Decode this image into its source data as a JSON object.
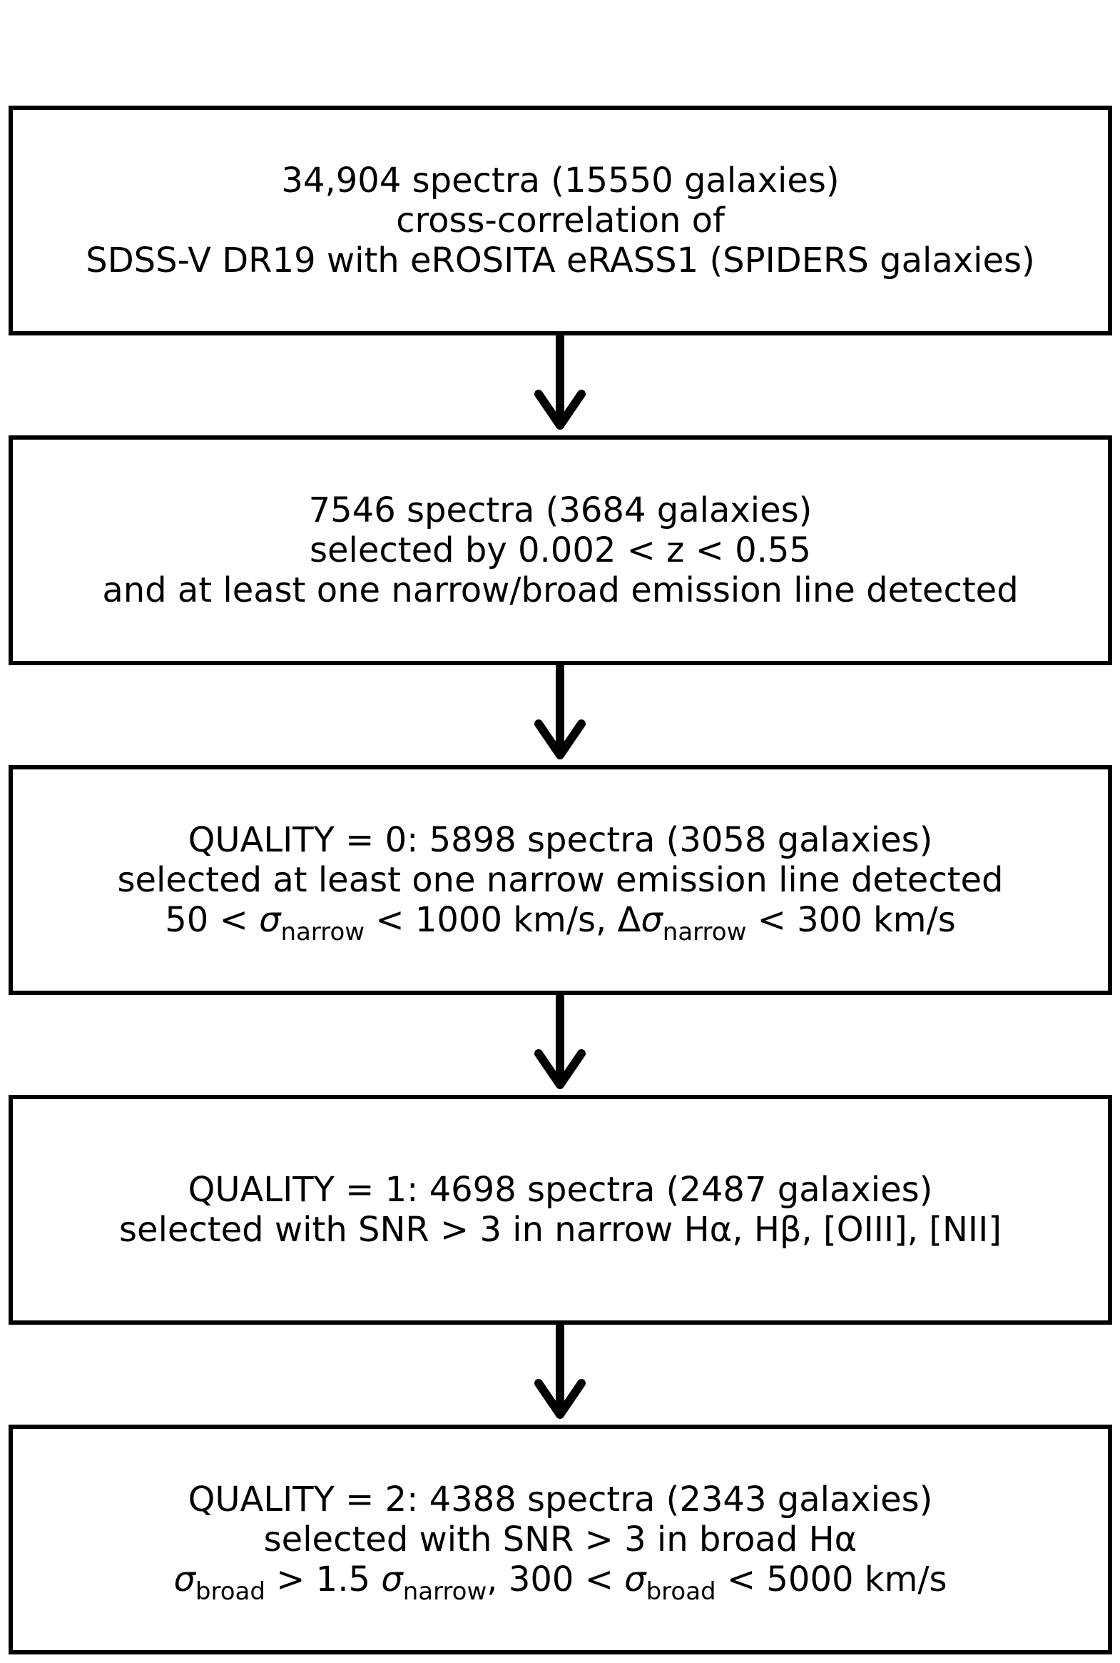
{
  "flowchart": {
    "boxes": [
      {
        "line1": "34,904 spectra (15550 galaxies)",
        "line2": "cross-correlation of",
        "line3": "SDSS-V DR19 with eROSITA eRASS1 (SPIDERS galaxies)"
      },
      {
        "line1": "7546 spectra (3684 galaxies)",
        "line2": "selected by 0.002 < z < 0.55",
        "line3": "and at least one narrow/broad emission line detected"
      },
      {
        "line1": "QUALITY = 0: 5898 spectra (3058 galaxies)",
        "line2": "selected at least one narrow emission line detected",
        "line3": {
          "part1": "50 < ",
          "sigma": "σ",
          "sub_narrow": "narrow",
          "part2": " < 1000 km/s, Δ",
          "part3": " < 300 km/s"
        }
      },
      {
        "line1": "QUALITY = 1: 4698 spectra (2487 galaxies)",
        "line2": "selected with SNR > 3 in narrow Hα, Hβ, [OIII], [NII]"
      },
      {
        "line1": "QUALITY = 2: 4388 spectra (2343 galaxies)",
        "line2": "selected with SNR > 3 in broad Hα",
        "line3": {
          "sigma": "σ",
          "sub_broad": "broad",
          "sub_narrow": "narrow",
          "part1": " > 1.5 ",
          "part2": ", 300 < ",
          "part3": " < 5000 km/s"
        }
      }
    ],
    "arrow_color": "#000000",
    "border_color": "#000000"
  }
}
